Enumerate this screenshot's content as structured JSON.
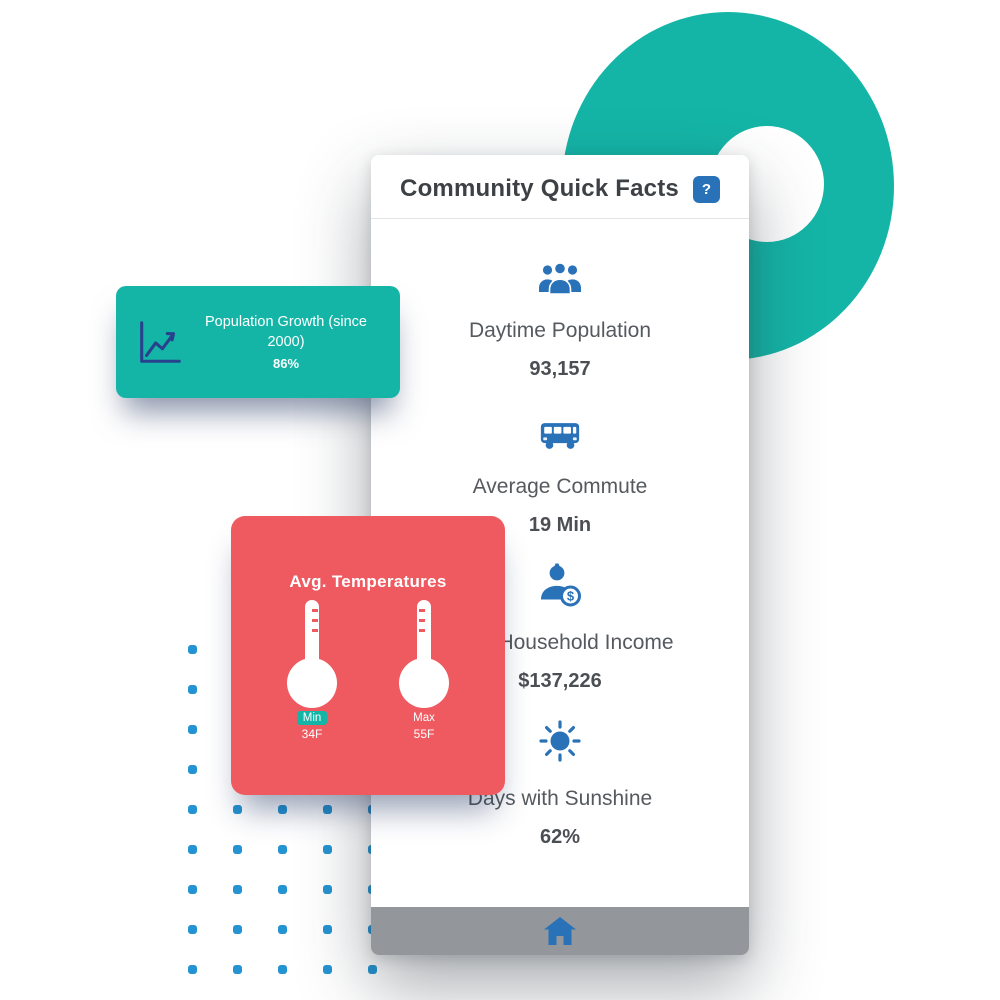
{
  "quick_facts_card": {
    "title": "Community Quick Facts",
    "help_button": "?",
    "facts": [
      {
        "name": "daytime-population",
        "icon": "people-icon",
        "label": "Daytime Population",
        "value": "93,157"
      },
      {
        "name": "average-commute",
        "icon": "bus-icon",
        "label": "Average Commute",
        "value": "19 Min"
      },
      {
        "name": "household-income",
        "icon": "income-icon",
        "label": "Household Income",
        "value": "$137,226"
      },
      {
        "name": "days-with-sunshine",
        "icon": "sun-icon",
        "label": "Days with Sunshine",
        "value": "62%"
      }
    ]
  },
  "population_growth_card": {
    "label": "Population Growth (since 2000)",
    "value": "86%"
  },
  "temperatures_card": {
    "title": "Avg. Temperatures",
    "min": {
      "label": "Min",
      "value": "34F"
    },
    "max": {
      "label": "Max",
      "value": "55F"
    }
  },
  "colors": {
    "teal": "#14b5a7",
    "coral": "#ee5a60",
    "blue_icon": "#2a72b8",
    "dot_blue": "#2493d1",
    "chart_icon_navy": "#28418c"
  }
}
